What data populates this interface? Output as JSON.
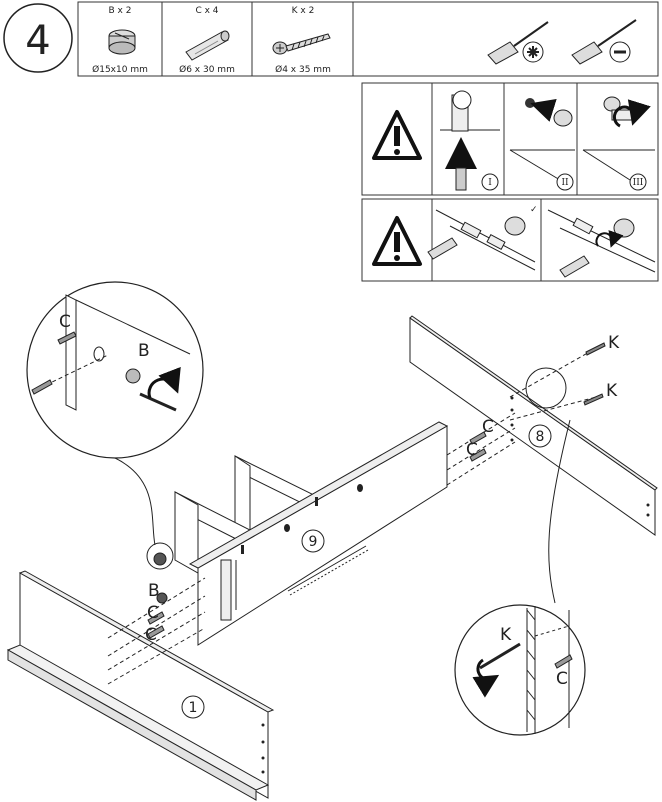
{
  "step": {
    "number": "4"
  },
  "parts": [
    {
      "label": "B x 2",
      "size": "Ø15x10 mm",
      "icon": "cam-lock-icon"
    },
    {
      "label": "C x 4",
      "size": "Ø6 x 30 mm",
      "icon": "wooden-dowel-icon"
    },
    {
      "label": "K x 2",
      "size": "Ø4 x 35 mm",
      "icon": "screw-icon"
    }
  ],
  "tools": [
    {
      "icon": "phillips-screwdriver-icon"
    },
    {
      "icon": "flat-screwdriver-icon"
    }
  ],
  "warnings": {
    "cam_steps": [
      "I",
      "II",
      "III"
    ],
    "dowel_check": "✓"
  },
  "callouts": {
    "cam": "B",
    "dowel": "C",
    "screw": "K"
  },
  "panels": {
    "p1": "1",
    "p8": "8",
    "p9": "9"
  }
}
